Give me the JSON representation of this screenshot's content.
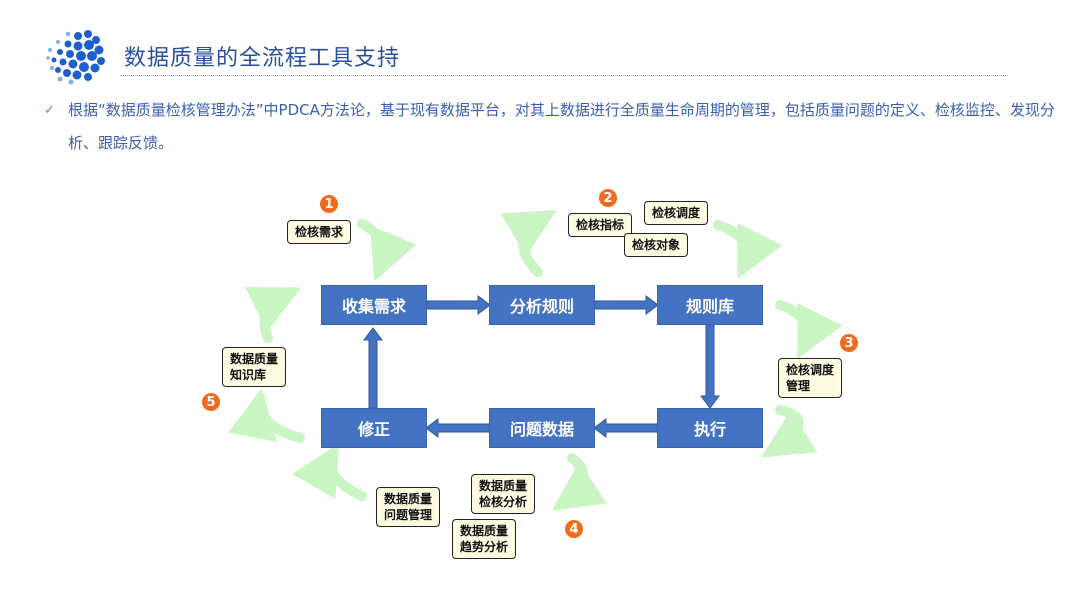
{
  "header": {
    "title": "数据质量的全流程工具支持",
    "bullet_icon": "check-mark",
    "bullet_text": "根据“数据质量检核管理办法”中PDCA方法论，基于现有数据平台，对其上数据进行全质量生命周期的管理，包括质量问题的定义、检核监控、发现分析、跟踪反馈。"
  },
  "diagram": {
    "nodes": {
      "collect": "收集需求",
      "analyze": "分析规则",
      "rulebase": "规则库",
      "execute": "执行",
      "problem": "问题数据",
      "fix": "修正"
    },
    "tags": {
      "t1": "检核需求",
      "t2a": "检核指标",
      "t2b": "检核调度",
      "t2c": "检核对象",
      "t3_line1": "检核调度",
      "t3_line2": "管理",
      "t4a_line1": "数据质量",
      "t4a_line2": "检核分析",
      "t4b_line1": "数据质量",
      "t4b_line2": "趋势分析",
      "t4c_line1": "数据质量",
      "t4c_line2": "问题管理",
      "t5_line1": "数据质量",
      "t5_line2": "知识库"
    },
    "badges": {
      "b1": "1",
      "b2": "2",
      "b3": "3",
      "b4": "4",
      "b5": "5"
    },
    "colors": {
      "box": "#4473c4",
      "badge": "#f26b1d",
      "curl": "#c9f5c3",
      "tag_bg": "#fefbe3"
    }
  }
}
